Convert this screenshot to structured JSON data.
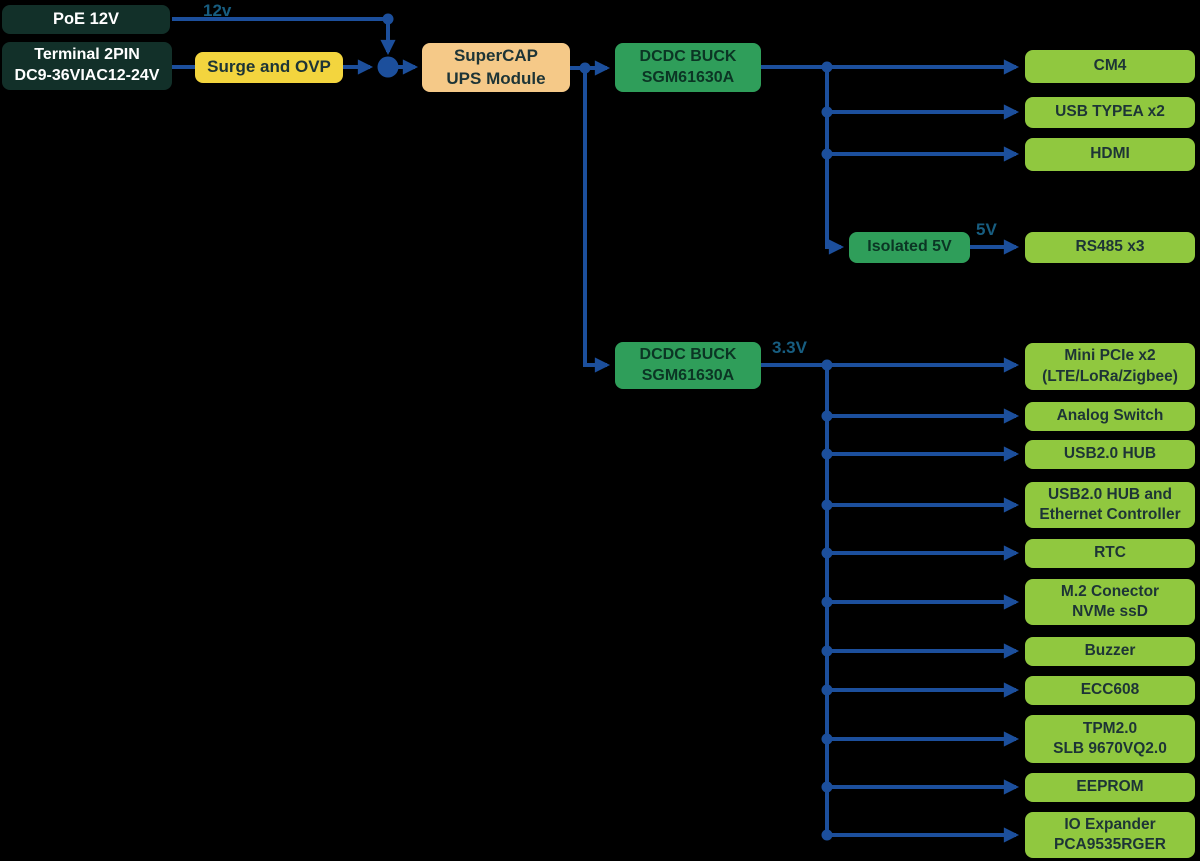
{
  "colors": {
    "background": "#000000",
    "line": "#1c4f9c",
    "voltage-label": "#175d80",
    "box-dark": "#123029",
    "box-dark-text": "#ffffff",
    "box-yellow": "#f3d53e",
    "box-peach": "#f5c988",
    "box-green": "#2f9e5a",
    "box-lime": "#90c83f",
    "box-text-dark": "#1d3436",
    "box-text-green": "#0b3524"
  },
  "edge_labels": {
    "poe_out": "12v",
    "isolated_out": "5V",
    "buck2_out": "3.3V"
  },
  "nodes": {
    "poe": {
      "label": "PoE 12V"
    },
    "terminal": {
      "label": "Terminal 2PIN\nDC9-36VIAC12-24V"
    },
    "surge": {
      "label": "Surge and OVP"
    },
    "supercap": {
      "label": "SuperCAP\nUPS Module"
    },
    "buck1": {
      "label": "DCDC BUCK\nSGM61630A"
    },
    "buck2": {
      "label": "DCDC BUCK\nSGM61630A"
    },
    "isolated": {
      "label": "Isolated 5V"
    },
    "cm4": {
      "label": "CM4"
    },
    "usb_typea": {
      "label": "USB TYPEA x2"
    },
    "hdmi": {
      "label": "HDMI"
    },
    "rs485": {
      "label": "RS485 x3"
    },
    "mini_pcie": {
      "label": "Mini PCIe x2\n(LTE/LoRa/Zigbee)"
    },
    "analog_switch": {
      "label": "Analog Switch"
    },
    "usb_hub": {
      "label": "USB2.0 HUB"
    },
    "usb_eth": {
      "label": "USB2.0 HUB and\nEthernet Controller"
    },
    "rtc": {
      "label": "RTC"
    },
    "m2": {
      "label": "M.2 Conector\nNVMe ssD"
    },
    "buzzer": {
      "label": "Buzzer"
    },
    "ecc608": {
      "label": "ECC608"
    },
    "tpm": {
      "label": "TPM2.0\nSLB 9670VQ2.0"
    },
    "eeprom": {
      "label": "EEPROM"
    },
    "io_expander": {
      "label": "IO Expander\nPCA9535RGER"
    }
  },
  "edges": [
    {
      "from": "PoE 12V",
      "to": "power junction",
      "label": "12v"
    },
    {
      "from": "Terminal 2PIN DC9-36VIAC12-24V",
      "to": "Surge and OVP"
    },
    {
      "from": "Surge and OVP",
      "to": "power junction"
    },
    {
      "from": "power junction",
      "to": "SuperCAP UPS Module"
    },
    {
      "from": "SuperCAP UPS Module",
      "to": "DCDC BUCK SGM61630A (top)"
    },
    {
      "from": "SuperCAP UPS Module",
      "to": "DCDC BUCK SGM61630A (bottom)"
    },
    {
      "from": "DCDC BUCK SGM61630A (top)",
      "to": "CM4"
    },
    {
      "from": "DCDC BUCK SGM61630A (top)",
      "to": "USB TYPEA x2"
    },
    {
      "from": "DCDC BUCK SGM61630A (top)",
      "to": "HDMI"
    },
    {
      "from": "DCDC BUCK SGM61630A (top)",
      "to": "Isolated 5V"
    },
    {
      "from": "Isolated 5V",
      "to": "RS485 x3",
      "label": "5V"
    },
    {
      "from": "DCDC BUCK SGM61630A (bottom)",
      "to": "Mini PCIe x2 (LTE/LoRa/Zigbee)",
      "label": "3.3V"
    },
    {
      "from": "DCDC BUCK SGM61630A (bottom)",
      "to": "Analog Switch"
    },
    {
      "from": "DCDC BUCK SGM61630A (bottom)",
      "to": "USB2.0 HUB"
    },
    {
      "from": "DCDC BUCK SGM61630A (bottom)",
      "to": "USB2.0 HUB and Ethernet Controller"
    },
    {
      "from": "DCDC BUCK SGM61630A (bottom)",
      "to": "RTC"
    },
    {
      "from": "DCDC BUCK SGM61630A (bottom)",
      "to": "M.2 Conector NVMe ssD"
    },
    {
      "from": "DCDC BUCK SGM61630A (bottom)",
      "to": "Buzzer"
    },
    {
      "from": "DCDC BUCK SGM61630A (bottom)",
      "to": "ECC608"
    },
    {
      "from": "DCDC BUCK SGM61630A (bottom)",
      "to": "TPM2.0 SLB 9670VQ2.0"
    },
    {
      "from": "DCDC BUCK SGM61630A (bottom)",
      "to": "EEPROM"
    },
    {
      "from": "DCDC BUCK SGM61630A (bottom)",
      "to": "IO Expander PCA9535RGER"
    }
  ]
}
